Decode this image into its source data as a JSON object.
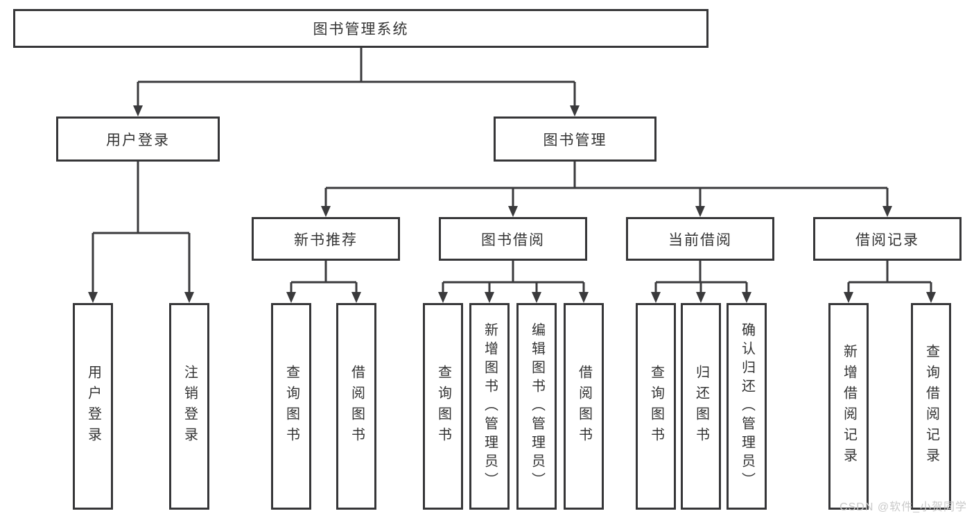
{
  "diagram_title": "图书管理系统",
  "tree": {
    "label": "图书管理系统",
    "children": [
      {
        "label": "用户登录",
        "children": [
          {
            "label": "用户登录"
          },
          {
            "label": "注销登录"
          }
        ]
      },
      {
        "label": "图书管理",
        "children": [
          {
            "label": "新书推荐",
            "children": [
              {
                "label": "查询图书"
              },
              {
                "label": "借阅图书"
              }
            ]
          },
          {
            "label": "图书借阅",
            "children": [
              {
                "label": "查询图书"
              },
              {
                "label": "新增图书（管理员）"
              },
              {
                "label": "编辑图书（管理员）"
              },
              {
                "label": "借阅图书"
              }
            ]
          },
          {
            "label": "当前借阅",
            "children": [
              {
                "label": "查询图书"
              },
              {
                "label": "归还图书"
              },
              {
                "label": "确认归还（管理员）"
              }
            ]
          },
          {
            "label": "借阅记录",
            "children": [
              {
                "label": "新增借阅记录"
              },
              {
                "label": "查询借阅记录"
              }
            ]
          }
        ]
      }
    ]
  },
  "colors": {
    "line": "#3a3a3c",
    "box_border": "#363638",
    "text": "#333333",
    "watermark": "#c9c9c9",
    "background": "#ffffff"
  },
  "watermark": "CSDN @软件_小贺同学"
}
